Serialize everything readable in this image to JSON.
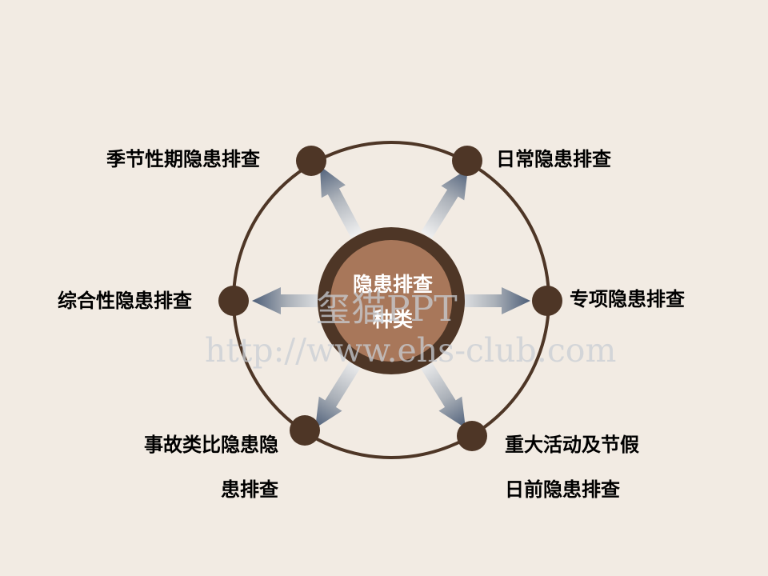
{
  "diagram": {
    "center": {
      "line1": "隐患排查",
      "line2": "种类"
    },
    "nodes": [
      {
        "id": "seasonal",
        "label": "季节性期隐患排查"
      },
      {
        "id": "daily",
        "label": "日常隐患排查"
      },
      {
        "id": "comprehensive",
        "label": "综合性隐患排查"
      },
      {
        "id": "special",
        "label": "专项隐患排查"
      },
      {
        "id": "accident",
        "label_line1": "事故类比隐患隐",
        "label_line2": "患排查"
      },
      {
        "id": "major_event",
        "label_line1": "重大活动及节假",
        "label_line2": "日前隐患排查"
      }
    ]
  },
  "watermark": {
    "line1": "玺猫PPT",
    "line2": "http://www.ehs-club.com"
  },
  "colors": {
    "background": "#f2ebe3",
    "ring": "#4e3626",
    "node": "#4e3626",
    "center_outer": "#4e3626",
    "center_inner": "#a8775a",
    "arrow_tip": "#4d5e78",
    "arrow_tail": "#eeeeee"
  }
}
